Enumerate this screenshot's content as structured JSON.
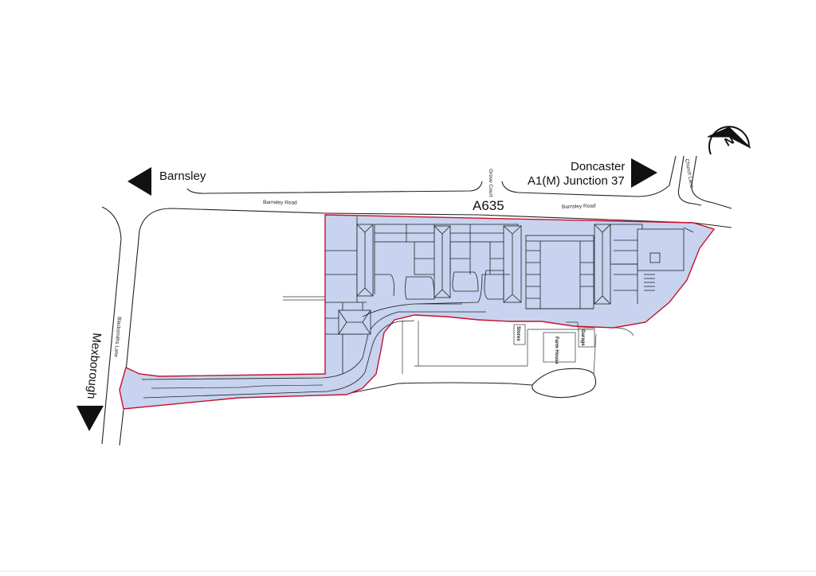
{
  "labels": {
    "barnsley": "Barnsley",
    "doncaster": "Doncaster",
    "junction": "A1(M) Junction 37",
    "mexborough": "Mexborough",
    "a635": "A635",
    "barnsley_road_left": "Barnsley Road",
    "barnsley_road_right": "Barnsley Road",
    "grove_court": "Grove Court",
    "church_lane": "Church Lane",
    "blacksmiths_lane": "Blacksmiths Lane",
    "stores": "Stores",
    "farm_house": "Farm House",
    "garage": "Garage",
    "north": "N"
  },
  "colors": {
    "site_fill": "#c7d3ef",
    "site_boundary": "#c8102e",
    "line": "#222222"
  },
  "icons": {
    "north_arrow": "compass-north-icon",
    "direction": "triangle-arrow-icon"
  }
}
